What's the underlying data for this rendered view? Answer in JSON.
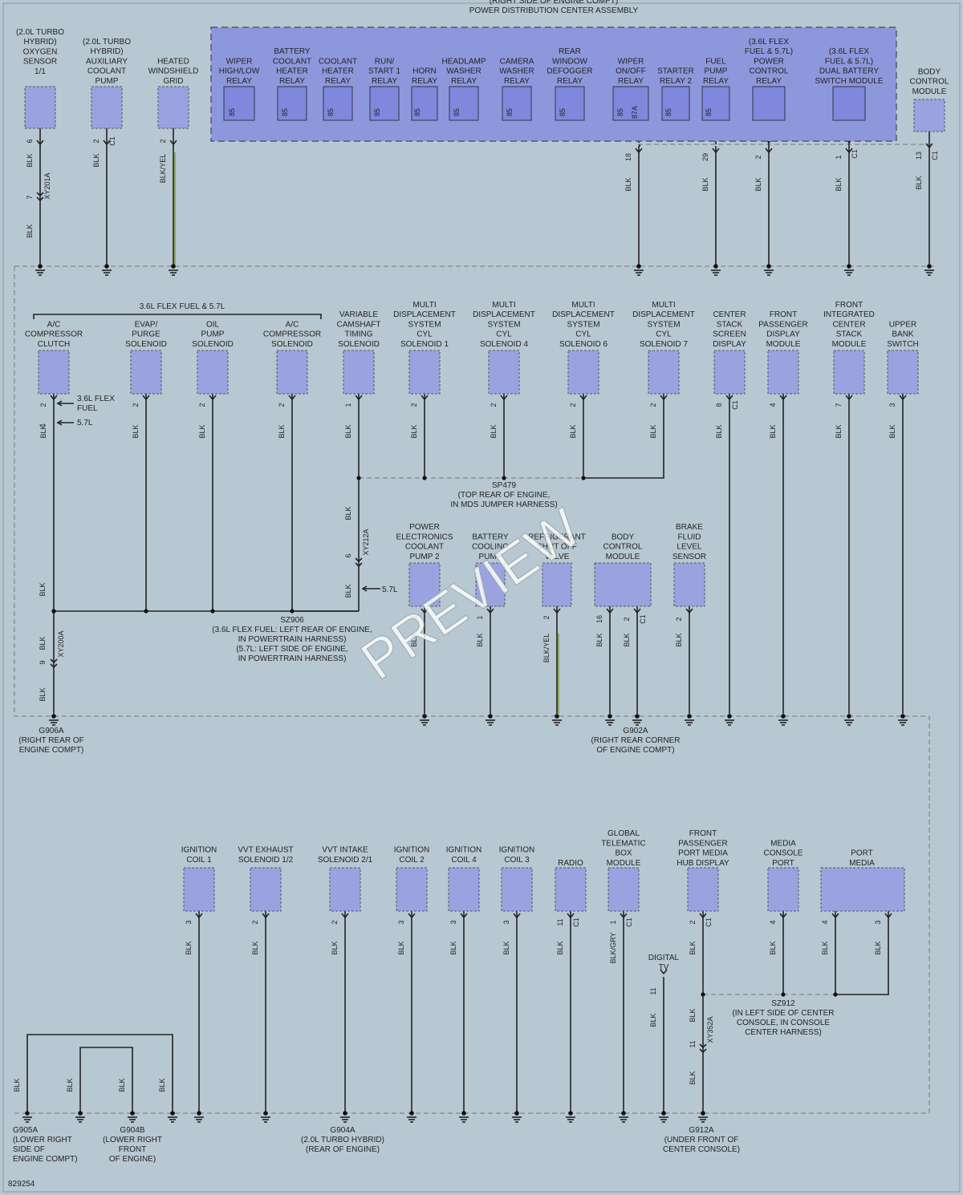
{
  "pdc_header": [
    "(RIGHT SIDE OF ENGINE COMPT)",
    "POWER DISTRIBUTION CENTER ASSEMBLY"
  ],
  "relays": [
    {
      "label": [
        "WIPER",
        "HIGH/LOW",
        "RELAY"
      ],
      "pin": "85"
    },
    {
      "label": [
        "BATTERY",
        "COOLANT",
        "HEATER",
        "RELAY"
      ],
      "pin": "85"
    },
    {
      "label": [
        "COOLANT",
        "HEATER",
        "RELAY"
      ],
      "pin": "85"
    },
    {
      "label": [
        "RUN/",
        "START 1",
        "RELAY"
      ],
      "pin": "85"
    },
    {
      "label": [
        "HORN",
        "RELAY"
      ],
      "pin": "85"
    },
    {
      "label": [
        "HEADLAMP",
        "WASHER",
        "RELAY"
      ],
      "pin": "85"
    },
    {
      "label": [
        "CAMERA",
        "WASHER",
        "RELAY"
      ],
      "pin": "85"
    },
    {
      "label": [
        "REAR",
        "WINDOW",
        "DEFOGGER",
        "RELAY"
      ],
      "pin": "85"
    },
    {
      "label": [
        "WIPER",
        "ON/OFF",
        "RELAY"
      ],
      "pin": "85",
      "pin2": "87A"
    },
    {
      "label": [
        "STARTER",
        "RELAY 2"
      ],
      "pin": "85"
    },
    {
      "label": [
        "FUEL",
        "PUMP",
        "RELAY"
      ],
      "pin": "85"
    },
    {
      "label": [
        "(3.6L FLEX",
        "FUEL & 5.7L)",
        "POWER",
        "CONTROL",
        "RELAY"
      ],
      "pin": ""
    },
    {
      "label": [
        "(3.6L FLEX",
        "FUEL & 5.7L)",
        "DUAL BATTERY",
        "SWITCH MODULE"
      ],
      "pin": ""
    }
  ],
  "top_components": [
    {
      "label": [
        "(2.0L TURBO",
        "HYBRID)",
        "OXYGEN",
        "SENSOR",
        "1/1"
      ],
      "pin": "6",
      "wire": "BLK",
      "inline": "XY201A",
      "inline_pin": "7",
      "wire2": "BLK"
    },
    {
      "label": [
        "(2.0L TURBO",
        "HYBRID)",
        "AUXILIARY",
        "COOLANT",
        "PUMP"
      ],
      "pin": "2",
      "conn": "C1",
      "wire": "BLK"
    },
    {
      "label": [
        "HEATED",
        "WINDSHIELD",
        "GRID"
      ],
      "pin": "2",
      "wire": "BLK/YEL"
    },
    {
      "label": [
        "BODY",
        "CONTROL",
        "MODULE"
      ],
      "pin": "13",
      "conn": "C1",
      "wire": "BLK"
    }
  ],
  "pdc_pins": [
    {
      "pin": "18",
      "wire": "BLK"
    },
    {
      "pin": "29",
      "wire": "BLK"
    },
    {
      "pin": "2",
      "wire": "BLK"
    },
    {
      "pin": "1",
      "conn": "C1",
      "wire": "BLK"
    }
  ],
  "mid_group_label": "3.6L FLEX FUEL & 5.7L",
  "mid_components": [
    {
      "label": [
        "A/C",
        "COMPRESSOR",
        "CLUTCH"
      ],
      "pin": "2",
      "pin2": "1",
      "wire": "BLK"
    },
    {
      "label": [
        "EVAP/",
        "PURGE",
        "SOLENOID"
      ],
      "pin": "2",
      "wire": "BLK"
    },
    {
      "label": [
        "OIL",
        "PUMP",
        "SOLENOID"
      ],
      "pin": "2",
      "wire": "BLK"
    },
    {
      "label": [
        "A/C",
        "COMPRESSOR",
        "SOLENOID"
      ],
      "pin": "2",
      "wire": "BLK"
    },
    {
      "label": [
        "VARIABLE",
        "CAMSHAFT",
        "TIMING",
        "SOLENOID"
      ],
      "pin": "1",
      "wire": "BLK"
    },
    {
      "label": [
        "MULTI",
        "DISPLACEMENT",
        "SYSTEM",
        "CYL",
        "SOLENOID 1"
      ],
      "pin": "2",
      "wire": "BLK"
    },
    {
      "label": [
        "MULTI",
        "DISPLACEMENT",
        "SYSTEM",
        "CYL",
        "SOLENOID 4"
      ],
      "pin": "2",
      "wire": "BLK"
    },
    {
      "label": [
        "MULTI",
        "DISPLACEMENT",
        "SYSTEM",
        "CYL",
        "SOLENOID 6"
      ],
      "pin": "2",
      "wire": "BLK"
    },
    {
      "label": [
        "MULTI",
        "DISPLACEMENT",
        "SYSTEM",
        "CYL",
        "SOLENOID 7"
      ],
      "pin": "2",
      "wire": "BLK"
    },
    {
      "label": [
        "CENTER",
        "STACK",
        "SCREEN",
        "DISPLAY"
      ],
      "pin": "8",
      "conn": "C1",
      "wire": "BLK"
    },
    {
      "label": [
        "FRONT",
        "PASSENGER",
        "DISPLAY",
        "MODULE"
      ],
      "pin": "4",
      "wire": "BLK"
    },
    {
      "label": [
        "FRONT",
        "INTEGRATED",
        "CENTER",
        "STACK",
        "MODULE"
      ],
      "pin": "7",
      "wire": "BLK"
    },
    {
      "label": [
        "UPPER",
        "BANK",
        "SWITCH"
      ],
      "pin": "3",
      "wire": "BLK"
    }
  ],
  "ac_notes": {
    "flex": [
      "3.6L FLEX",
      "FUEL"
    ],
    "v8": "5.7L"
  },
  "sp479": [
    "SP479",
    "(TOP REAR OF ENGINE,",
    "IN MDS JUMPER HARNESS)"
  ],
  "xy212a": {
    "name": "XY212A",
    "pin": "6",
    "wire1": "BLK",
    "wire2": "BLK",
    "note": "5.7L"
  },
  "sz906": [
    "SZ906",
    "(3.6L FLEX FUEL: LEFT REAR OF ENGINE,",
    "IN POWERTRAIN HARNESS)",
    "(5.7L: LEFT SIDE OF ENGINE,",
    "IN POWERTRAIN HARNESS)"
  ],
  "xy200a": {
    "name": "XY200A",
    "pin": "9",
    "wire1": "BLK",
    "wire2": "BLK"
  },
  "lower_mid_components": [
    {
      "label": [
        "POWER",
        "ELECTRONICS",
        "COOLANT",
        "PUMP 2"
      ],
      "pin": "2",
      "wire": "BLK"
    },
    {
      "label": [
        "BATTERY",
        "COOLING",
        "PUMP"
      ],
      "pin": "1",
      "wire": "BLK"
    },
    {
      "label": [
        "REFRIGERANT",
        "SHUT OFF",
        "VALVE"
      ],
      "pin": "2",
      "wire": "BLK/YEL"
    },
    {
      "label": [
        "BODY",
        "CONTROL",
        "MODULE"
      ],
      "pin": "16",
      "pin2": "2",
      "conn": "C1",
      "wire": "BLK",
      "wire2": "BLK"
    },
    {
      "label": [
        "BRAKE",
        "FLUID",
        "LEVEL",
        "SENSOR"
      ],
      "pin": "2",
      "wire": "BLK"
    }
  ],
  "g906a": [
    "G906A",
    "(RIGHT REAR OF",
    "ENGINE COMPT)"
  ],
  "g902a": [
    "G902A",
    "(RIGHT REAR CORNER",
    "OF ENGINE COMPT)"
  ],
  "bottom_components": [
    {
      "label": [
        "IGNITION",
        "COIL 1"
      ],
      "pin": "3",
      "wire": "BLK"
    },
    {
      "label": [
        "VVT EXHAUST",
        "SOLENOID 1/2"
      ],
      "pin": "2",
      "wire": "BLK"
    },
    {
      "label": [
        "VVT INTAKE",
        "SOLENOID 2/1"
      ],
      "pin": "2",
      "wire": "BLK"
    },
    {
      "label": [
        "IGNITION",
        "COIL 2"
      ],
      "pin": "3",
      "wire": "BLK"
    },
    {
      "label": [
        "IGNITION",
        "COIL 4"
      ],
      "pin": "3",
      "wire": "BLK"
    },
    {
      "label": [
        "IGNITION",
        "COIL 3"
      ],
      "pin": "3",
      "wire": "BLK"
    },
    {
      "label": [
        "RADIO"
      ],
      "pin": "11",
      "conn": "C1",
      "wire": "BLK"
    },
    {
      "label": [
        "GLOBAL",
        "TELEMATIC",
        "BOX",
        "MODULE"
      ],
      "pin": "1",
      "conn": "C1",
      "wire": "BLK/GRY"
    },
    {
      "label": [
        "FRONT",
        "PASSENGER",
        "PORT MEDIA",
        "HUB DISPLAY"
      ],
      "pin": "2",
      "conn": "C1",
      "wire": "BLK"
    },
    {
      "label": [
        "MEDIA",
        "CONSOLE",
        "PORT"
      ],
      "pin": "4",
      "wire": "BLK"
    },
    {
      "label": [
        "PORT",
        "MEDIA"
      ],
      "pin": "4",
      "pin2": "3",
      "wire": "BLK",
      "wire2": "BLK"
    }
  ],
  "digital_tv": {
    "label": [
      "DIGITAL",
      "TV"
    ],
    "pin": "11",
    "wire": "BLK"
  },
  "xy352a": {
    "name": "XY352A",
    "pin": "11",
    "wire1": "BLK",
    "wire2": "BLK"
  },
  "sz912": [
    "SZ912",
    "(IN LEFT SIDE OF CENTER",
    "CONSOLE, IN CONSOLE",
    "CENTER HARNESS)"
  ],
  "bottom_wires": [
    "BLK",
    "BLK",
    "BLK",
    "BLK"
  ],
  "g905a": [
    "G905A",
    "(LOWER RIGHT",
    "SIDE OF",
    "ENGINE COMPT)"
  ],
  "g904b": [
    "G904B",
    "(LOWER RIGHT",
    "FRONT",
    "OF ENGINE)"
  ],
  "g904a": [
    "G904A",
    "(2.0L TURBO HYBRID)",
    "(REAR OF ENGINE)"
  ],
  "g912a": [
    "G912A",
    "(UNDER FRONT OF",
    "CENTER CONSOLE)"
  ],
  "figure_id": "829254",
  "watermark": "PREVIEW"
}
